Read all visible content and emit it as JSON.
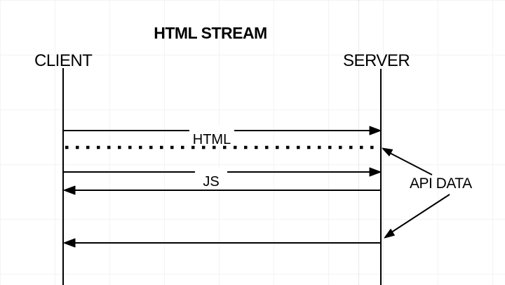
{
  "diagram": {
    "title": "HTML STREAM",
    "actors": {
      "client": "CLIENT",
      "server": "SERVER"
    },
    "messages": {
      "html_label": "HTML",
      "js_label": "JS"
    },
    "annotations": {
      "api_data_label": "API DATA"
    },
    "colors": {
      "line": "#000000",
      "background": "#ffffff",
      "grid": "#f3f3f3",
      "page_divider": "#d4d4d4"
    }
  }
}
